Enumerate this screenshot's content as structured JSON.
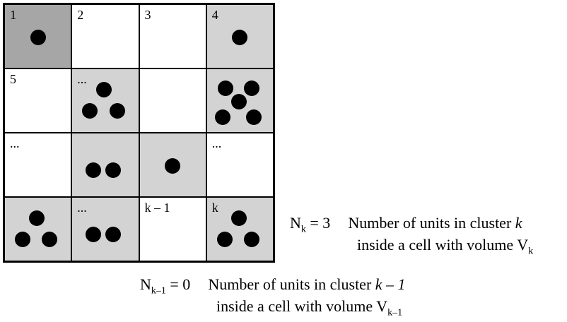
{
  "colors": {
    "cell_white": "#ffffff",
    "cell_gray": "#d3d3d3",
    "cell_dark_gray": "#a6a6a6",
    "dot": "#000000"
  },
  "cells": [
    {
      "label": "1",
      "fill": "dark_gray",
      "units": 1
    },
    {
      "label": "2",
      "fill": "white",
      "units": 0
    },
    {
      "label": "3",
      "fill": "white",
      "units": 0
    },
    {
      "label": "4",
      "fill": "gray",
      "units": 1
    },
    {
      "label": "5",
      "fill": "white",
      "units": 0
    },
    {
      "label": "...",
      "fill": "gray",
      "units": 3
    },
    {
      "label": "",
      "fill": "white",
      "units": 0
    },
    {
      "label": "",
      "fill": "gray",
      "units": 5
    },
    {
      "label": "...",
      "fill": "white",
      "units": 0
    },
    {
      "label": "",
      "fill": "gray",
      "units": 2
    },
    {
      "label": "",
      "fill": "gray",
      "units": 1
    },
    {
      "label": "...",
      "fill": "white",
      "units": 0
    },
    {
      "label": "",
      "fill": "gray",
      "units": 3
    },
    {
      "label": "...",
      "fill": "gray",
      "units": 2
    },
    {
      "label": "k – 1",
      "fill": "white",
      "units": 0
    },
    {
      "label": "k",
      "fill": "gray",
      "units": 3
    }
  ],
  "caption_k": {
    "symbol": "N",
    "subscript": "k",
    "equals": "= 3",
    "line1_text": "Number of units in cluster ",
    "line1_var": "k",
    "line2_text": "inside a cell with volume V",
    "line2_sub": "k"
  },
  "caption_k_minus_1": {
    "symbol": "N",
    "subscript": "k–1",
    "equals": "=  0",
    "line1_text": "Number of units in cluster ",
    "line1_var": "k – 1",
    "line2_text": "inside a cell with volume V",
    "line2_sub": "k–1"
  }
}
